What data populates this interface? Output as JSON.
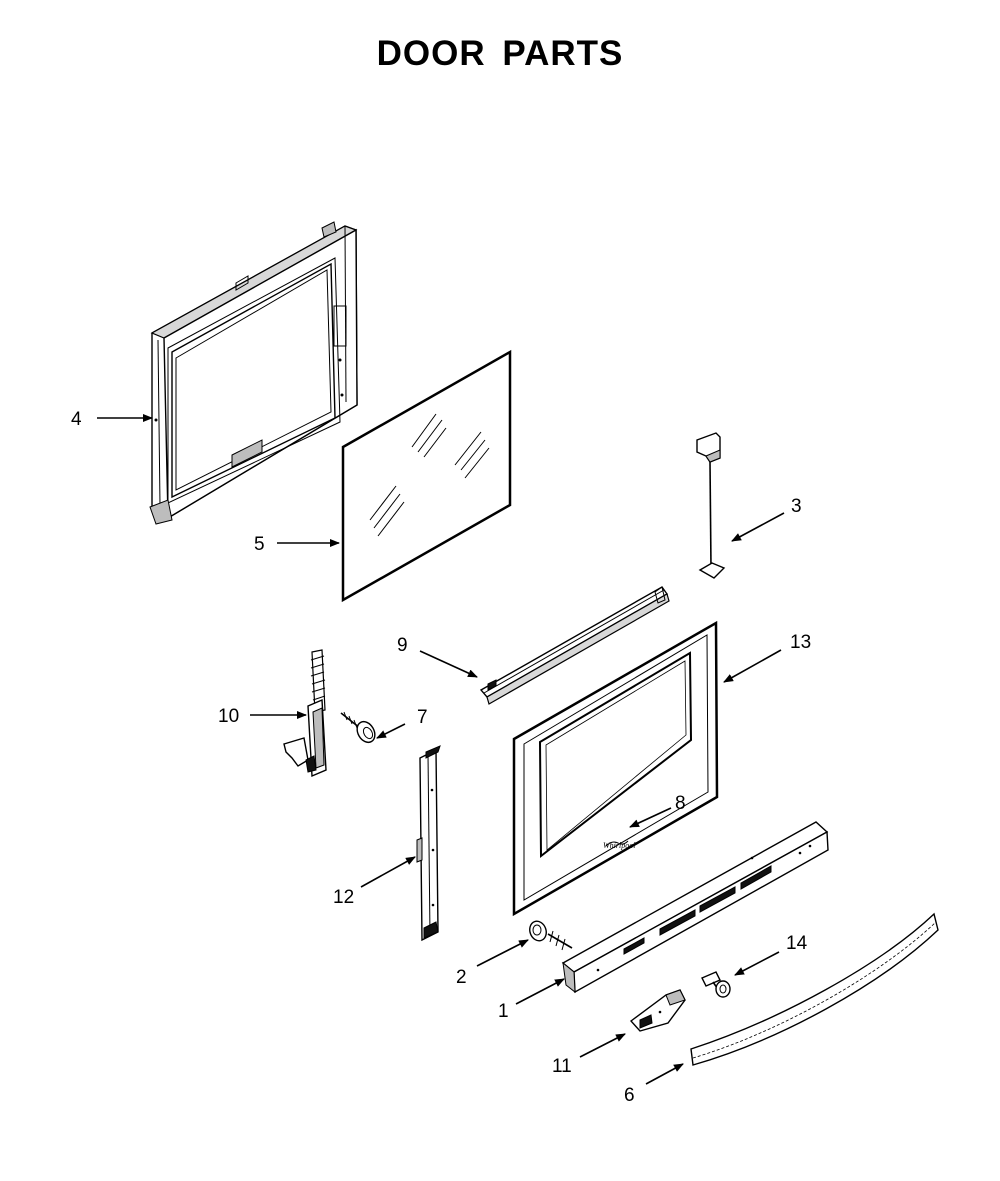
{
  "title": "DOOR PARTS",
  "callouts": {
    "c1": "1",
    "c2": "2",
    "c3": "3",
    "c4": "4",
    "c5": "5",
    "c6": "6",
    "c7": "7",
    "c8": "8",
    "c9": "9",
    "c10": "10",
    "c11": "11",
    "c12": "12",
    "c13": "13",
    "c14": "14"
  }
}
